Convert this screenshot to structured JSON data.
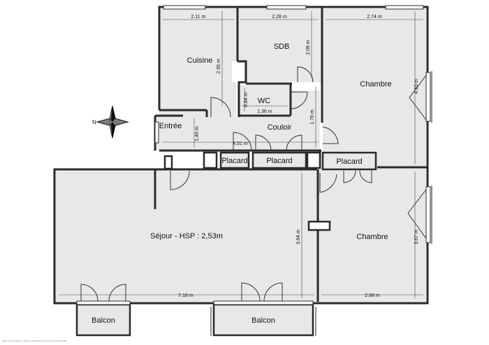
{
  "rooms": {
    "cuisine": "Cuisine",
    "sdb": "SDB",
    "wc": "WC",
    "entree": "Entrée",
    "couloir": "Couloir",
    "chambre_top": "Chambre",
    "chambre_bottom": "Chambre",
    "sejour": "Séjour - HSP : 2,53m",
    "placard_1": "Placard",
    "placard_2": "Placard",
    "placard_3": "Placard",
    "balcon_left": "Balcon",
    "balcon_right": "Balcon"
  },
  "dimensions": {
    "cuisine_width": "2.11 m",
    "sdb_width": "2.28 m",
    "chambre_top_width": "2.74 m",
    "cuisine_height": "2.95 m",
    "sdb_height": "2.06 m",
    "wc_height": "0.84 m",
    "wc_width": "1.36 m",
    "chambre_top_height": "4.33 m",
    "couloir_height": "1.78 m",
    "entree_height": "1.49 m",
    "couloir_width": "4.51 m",
    "sejour_height": "3.64 m",
    "chambre_bottom_height": "3.67 m",
    "sejour_width": "7.18 m",
    "chambre_bottom_width": "2.88 m"
  },
  "compass": {
    "north_label": "N"
  },
  "footer_note": "Plan non contractuel - Mesures et illustrations données à titre indicatif",
  "colors": {
    "floor": "#e8e8e8",
    "wall": "#2a2a2a",
    "dimension": "#444444"
  }
}
